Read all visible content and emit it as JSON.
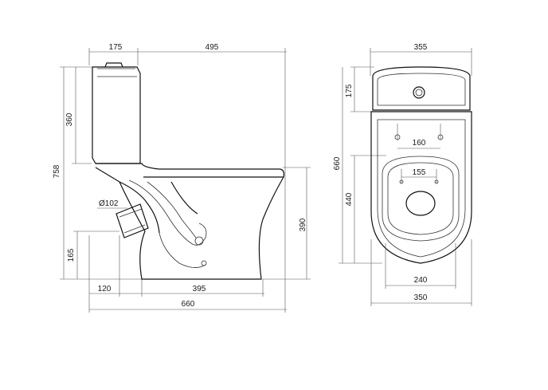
{
  "side_view": {
    "dims": {
      "tank_depth": "175",
      "bowl_length": "495",
      "tank_height": "360",
      "total_height": "758",
      "outlet_diameter": "Ø102",
      "outlet_height": "165",
      "rim_height": "390",
      "outlet_offset": "120",
      "base_length": "395",
      "total_length": "660"
    }
  },
  "top_view": {
    "dims": {
      "tank_width": "355",
      "tank_depth": "175",
      "total_depth": "660",
      "seat_hole_spacing": "160",
      "inner_hole_spacing": "155",
      "bowl_depth": "440",
      "base_width": "240",
      "bowl_width": "350"
    }
  }
}
